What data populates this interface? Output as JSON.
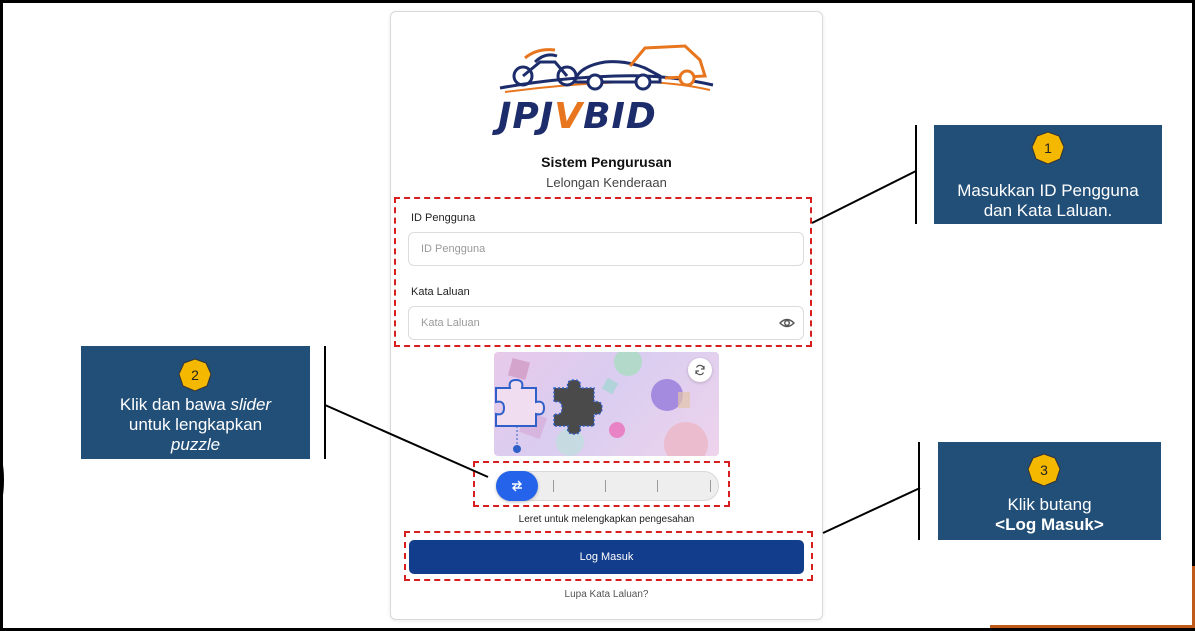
{
  "brand": {
    "logo_prefix": "JPJ",
    "logo_v": "V",
    "logo_suffix": "BID",
    "primary_color": "#123c8c",
    "accent_color": "#e8761e",
    "callout_color": "#224f78"
  },
  "header": {
    "title": "Sistem Pengurusan",
    "subtitle": "Lelongan Kenderaan"
  },
  "form": {
    "user_label": "ID Pengguna",
    "user_placeholder": "ID Pengguna",
    "password_label": "Kata Laluan",
    "password_placeholder": "Kata Laluan",
    "password_toggle_icon": "eye-icon"
  },
  "captcha": {
    "refresh_icon": "refresh-icon",
    "slider_icon": "swap-arrows-icon",
    "hint": "Leret untuk melengkapkan pengesahan"
  },
  "actions": {
    "login_label": "Log Masuk",
    "forgot_label": "Lupa Kata Laluan?"
  },
  "callouts": [
    {
      "number": "1",
      "line1": "Masukkan ID Pengguna",
      "line2": "dan Kata Laluan."
    },
    {
      "number": "2",
      "line1_a": "Klik dan bawa ",
      "line1_b": "slider",
      "line2": "untuk lengkapkan",
      "line3": "puzzle"
    },
    {
      "number": "3",
      "line1": "Klik butang",
      "line2": "<Log Masuk>"
    }
  ]
}
